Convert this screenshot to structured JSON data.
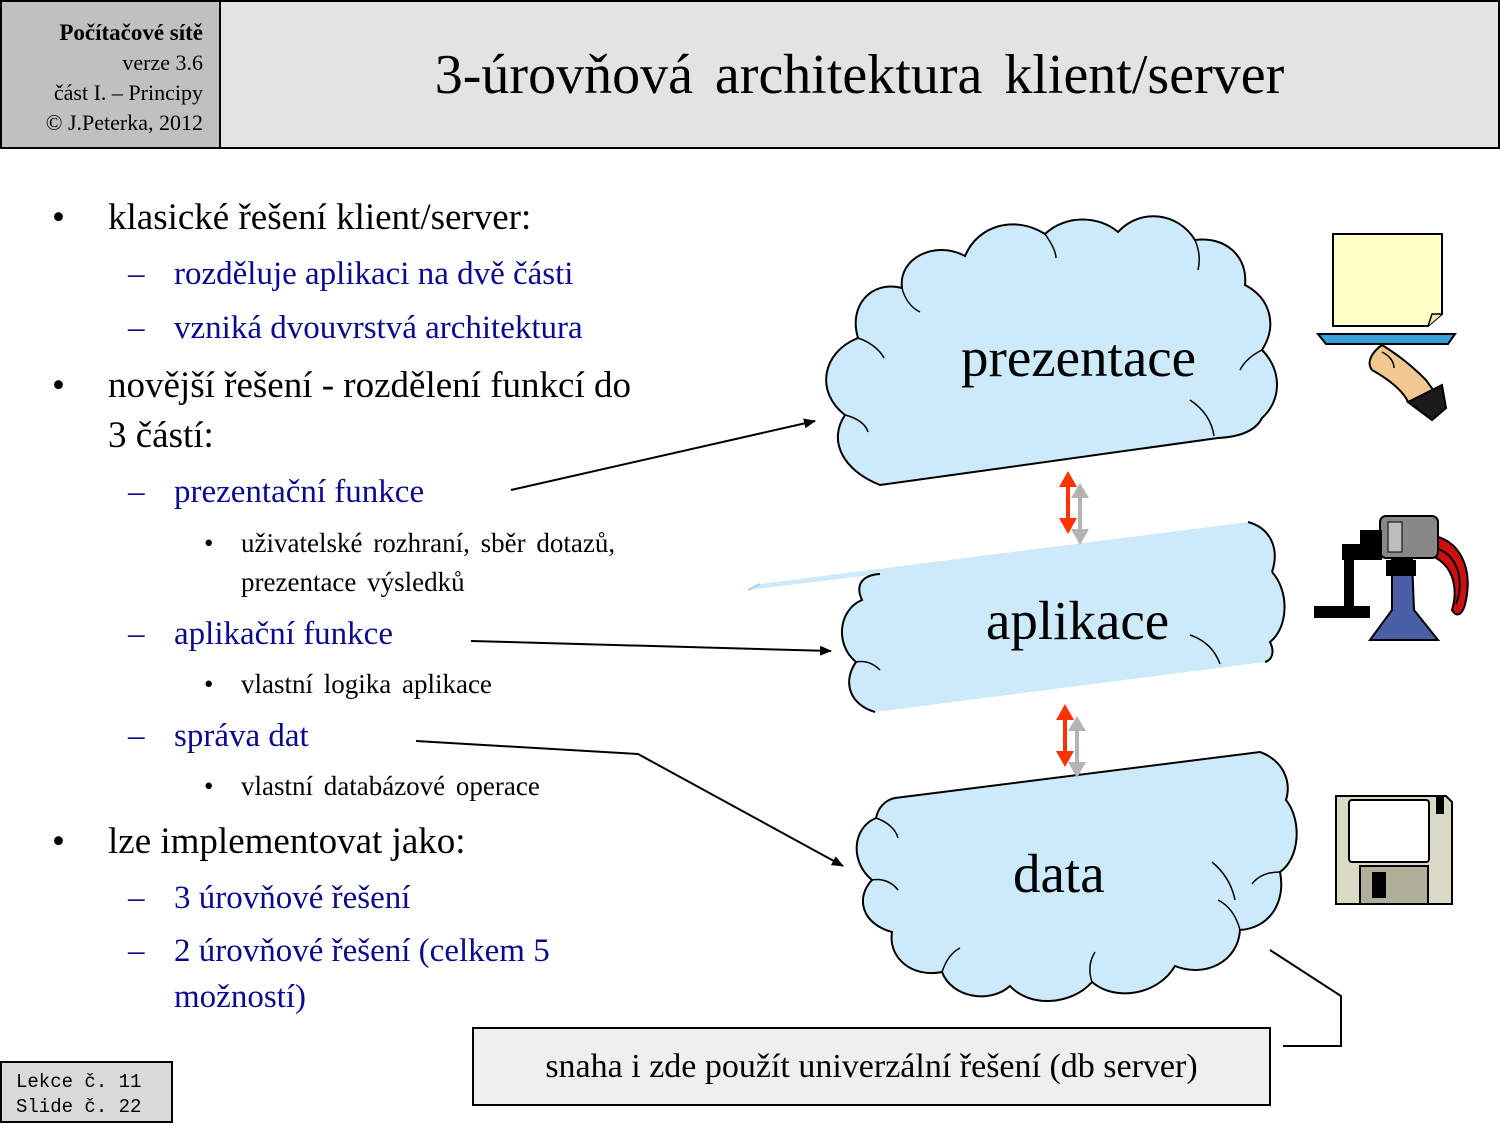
{
  "header": {
    "course": "Počítačové sítě",
    "version": "verze 3.6",
    "part": "část I.  –  Principy",
    "copyright": "© J.Peterka, 2012",
    "title": "3-úrovňová  architektura  klient/server"
  },
  "bullets": [
    {
      "level": 1,
      "text": "klasické řešení klient/server:"
    },
    {
      "level": 2,
      "text": "rozděluje aplikaci na dvě části"
    },
    {
      "level": 2,
      "text": "vzniká dvouvrstvá architektura"
    },
    {
      "level": 1,
      "text": "novější řešení - rozdělení funkcí do"
    },
    {
      "level": 1,
      "text": "3 částí:",
      "continuation": true
    },
    {
      "level": 2,
      "text": "prezentační funkce"
    },
    {
      "level": 3,
      "text": "uživatelské rozhraní, sběr dotazů,"
    },
    {
      "level": 3,
      "text": "prezentace výsledků",
      "continuation": true
    },
    {
      "level": 2,
      "text": "aplikační funkce"
    },
    {
      "level": 3,
      "text": "vlastní logika aplikace"
    },
    {
      "level": 2,
      "text": "správa dat"
    },
    {
      "level": 3,
      "text": "vlastní databázové operace"
    },
    {
      "level": 1,
      "text": "lze implementovat jako:"
    },
    {
      "level": 2,
      "text": "3 úrovňové řešení"
    },
    {
      "level": 2,
      "text": "2 úrovňové řešení (celkem 5"
    },
    {
      "level": 2,
      "text": "možností)",
      "continuation": true
    }
  ],
  "markers": {
    "level1": "•",
    "level2": "–",
    "level3": "•"
  },
  "diagram": {
    "tiers": [
      "prezentace",
      "aplikace",
      "data"
    ],
    "icons": [
      "serving-hand-icon",
      "hand-mixer-icon",
      "floppy-disk-icon"
    ]
  },
  "note": "snaha i zde použít univerzální řešení (db server)",
  "footer": {
    "lecture": "Lekce č. 11",
    "slide": "Slide č. 22"
  },
  "colors": {
    "header_info_bg": "#c0c0c0",
    "header_title_bg": "#e3e3e3",
    "cloud_fill": "#cdeafb",
    "sub_bullet_text": "#0a0a8e",
    "arrow_red": "#ff3300",
    "arrow_gray": "#b4b4b4",
    "note_bg": "#efefef"
  }
}
